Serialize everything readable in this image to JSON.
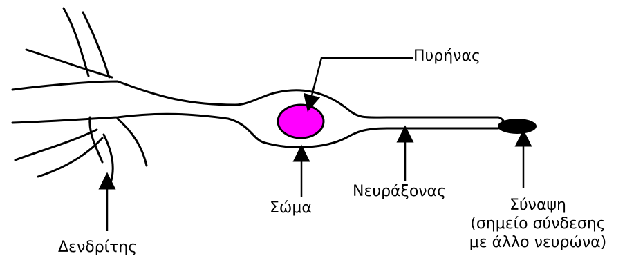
{
  "labels": {
    "nucleus": "Πυρήνας",
    "dendrite": "Δενδρίτης",
    "soma": "Σώμα",
    "axon": "Νευράξονας",
    "synapse_line1": "Σύναψη",
    "synapse_line2": "(σημείο σύνδεσης",
    "synapse_line3": "με άλλο νευρώνα)"
  },
  "colors": {
    "nucleus": "#ff00ff",
    "axon_terminal": "#000000",
    "outline": "#000000",
    "background": "#ffffff"
  }
}
